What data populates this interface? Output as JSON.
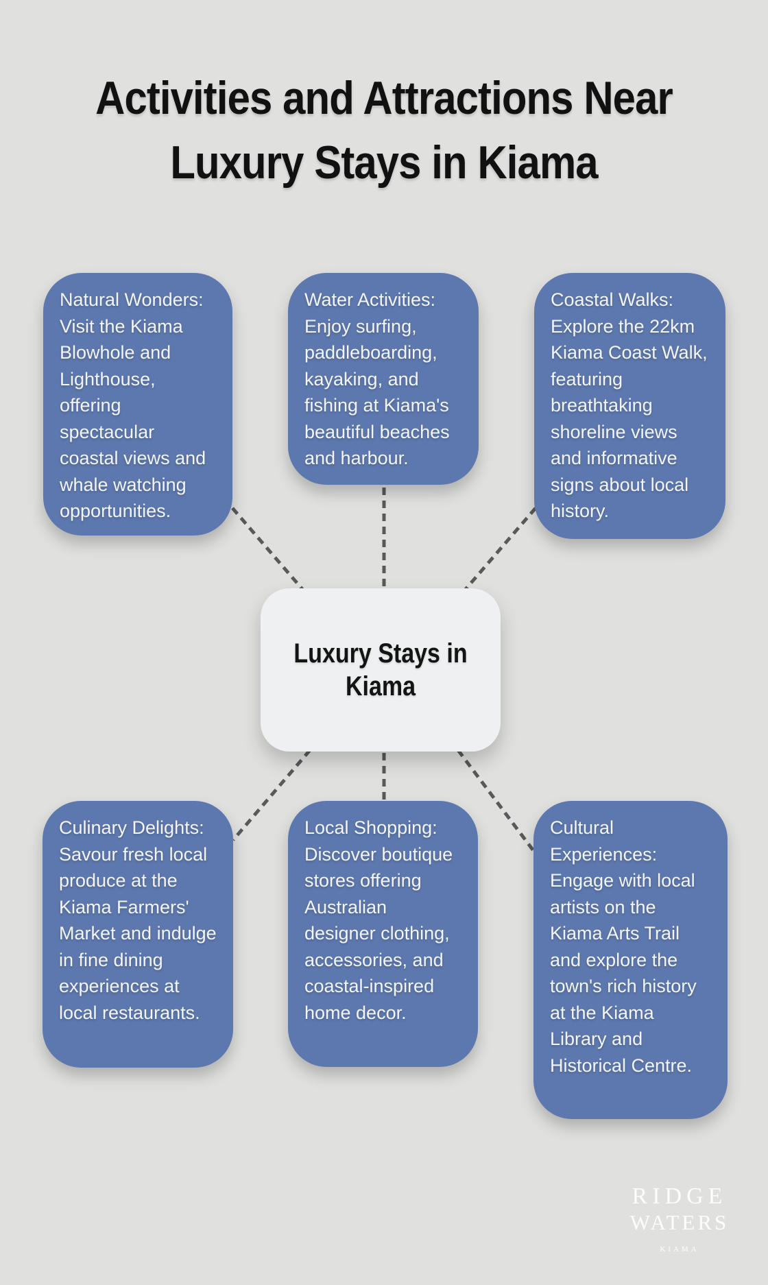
{
  "title": "Activities and Attractions Near Luxury Stays in Kiama",
  "center": {
    "label": "Luxury Stays in Kiama"
  },
  "nodes": [
    {
      "id": "natural-wonders",
      "text": "Natural Wonders: Visit the Kiama Blowhole and Lighthouse, offering spectacular coastal views and whale watching opportunities."
    },
    {
      "id": "water-activities",
      "text": "Water Activities: Enjoy surfing, paddleboarding, kayaking, and fishing at Kiama's beautiful beaches and harbour."
    },
    {
      "id": "coastal-walks",
      "text": "Coastal Walks: Explore the 22km Kiama Coast Walk, featuring breathtaking shoreline views and informative signs about local history."
    },
    {
      "id": "culinary-delights",
      "text": "Culinary Delights: Savour fresh local produce at the Kiama Farmers' Market and indulge in fine dining experiences at local restaurants."
    },
    {
      "id": "local-shopping",
      "text": "Local Shopping: Discover boutique stores offering Australian designer clothing, accessories, and coastal-inspired home decor."
    },
    {
      "id": "cultural-experiences",
      "text": "Cultural Experiences: Engage with local artists on the Kiama Arts Trail and explore the town's rich history at the Kiama Library and Historical Centre."
    }
  ],
  "logo": {
    "line1": "RIDGE",
    "line2": "WATERS",
    "line3": "KIAMA"
  },
  "colors": {
    "background": "#e0e1df",
    "title": "#111111",
    "node": "#5d78ae",
    "node_text": "#f3f5f9",
    "center_bg": "#eef0f1",
    "center_text": "#141414",
    "connector": "#58595a",
    "logo": "#ffffff"
  }
}
